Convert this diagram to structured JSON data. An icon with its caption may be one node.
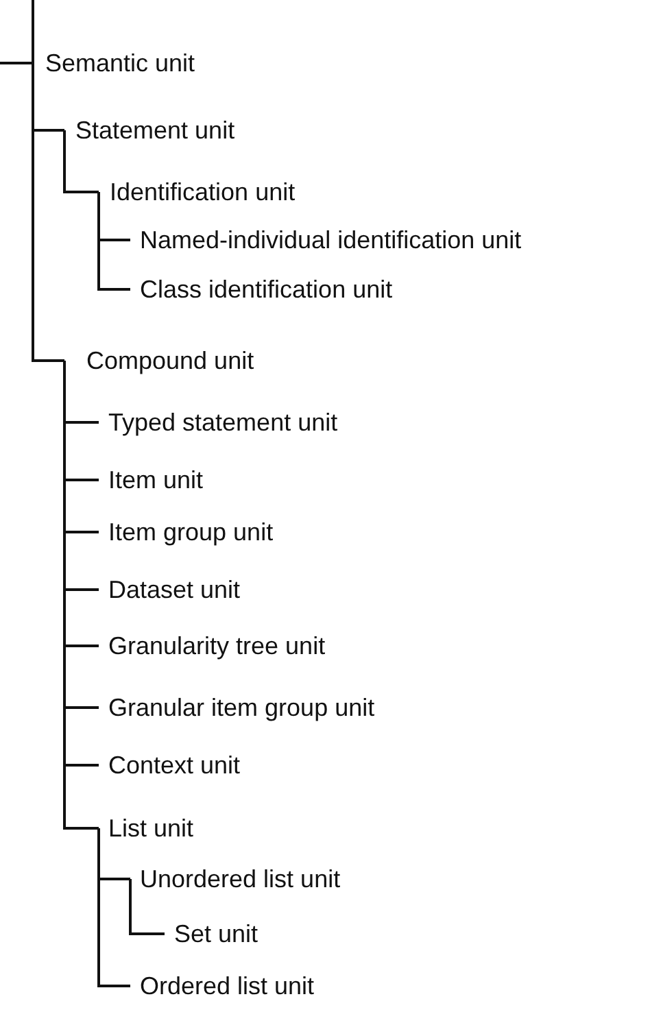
{
  "diagram": {
    "nodes": [
      {
        "text": [
          "Semantic unit"
        ]
      },
      {
        "text": [
          "Statement unit"
        ]
      },
      {
        "text": [
          "Identification unit"
        ]
      },
      {
        "text": [
          "Named-individual identification unit"
        ]
      },
      {
        "text": [
          "Class identification unit"
        ]
      },
      {
        "text": [
          "Compound unit"
        ]
      },
      {
        "text": [
          "Typed statement unit"
        ]
      },
      {
        "text": [
          "Item unit"
        ]
      },
      {
        "text": [
          "Item group unit"
        ]
      },
      {
        "text": [
          "Dataset unit"
        ]
      },
      {
        "text": [
          "Granularity tree unit"
        ]
      },
      {
        "text": [
          "Granular item group unit"
        ]
      },
      {
        "text": [
          "Context unit"
        ]
      },
      {
        "text": [
          "List unit"
        ]
      },
      {
        "text": [
          "Unordered list unit"
        ]
      },
      {
        "text": [
          "Set unit"
        ]
      },
      {
        "text": [
          "Ordered list unit"
        ]
      }
    ],
    "edges": [
      {
        "from": null,
        "to": 0,
        "arrow": "none"
      },
      {
        "from": 0,
        "to": 1,
        "arrow": "none"
      },
      {
        "from": 1,
        "to": 2,
        "arrow": "none"
      },
      {
        "from": 2,
        "to": 3,
        "arrow": "none"
      },
      {
        "from": 2,
        "to": 4,
        "arrow": "none"
      },
      {
        "from": 0,
        "to": 5,
        "arrow": "none"
      },
      {
        "from": 5,
        "to": 6,
        "arrow": "none"
      },
      {
        "from": 5,
        "to": 7,
        "arrow": "none"
      },
      {
        "from": 5,
        "to": 8,
        "arrow": "none"
      },
      {
        "from": 5,
        "to": 9,
        "arrow": "none"
      },
      {
        "from": 5,
        "to": 10,
        "arrow": "none"
      },
      {
        "from": 5,
        "to": 11,
        "arrow": "none"
      },
      {
        "from": 5,
        "to": 12,
        "arrow": "none"
      },
      {
        "from": 5,
        "to": 13,
        "arrow": "none"
      },
      {
        "from": 13,
        "to": 14,
        "arrow": "none"
      },
      {
        "from": 14,
        "to": 15,
        "arrow": "none"
      },
      {
        "from": 13,
        "to": 16,
        "arrow": "none"
      }
    ]
  }
}
